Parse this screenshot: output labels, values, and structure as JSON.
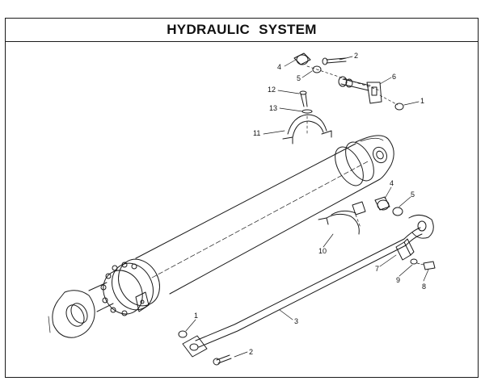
{
  "header": {
    "title": "HYDRAULIC  SYSTEM"
  },
  "callouts": [
    {
      "id": "c4a",
      "text": "4"
    },
    {
      "id": "c2a",
      "text": "2"
    },
    {
      "id": "c5a",
      "text": "5"
    },
    {
      "id": "c6",
      "text": "6"
    },
    {
      "id": "c12",
      "text": "12"
    },
    {
      "id": "c1a",
      "text": "1"
    },
    {
      "id": "c13",
      "text": "13"
    },
    {
      "id": "c11",
      "text": "11"
    },
    {
      "id": "c4b",
      "text": "4"
    },
    {
      "id": "c5b",
      "text": "5"
    },
    {
      "id": "c10",
      "text": "10"
    },
    {
      "id": "c7",
      "text": "7"
    },
    {
      "id": "c9",
      "text": "9"
    },
    {
      "id": "c8",
      "text": "8"
    },
    {
      "id": "c3",
      "text": "3"
    },
    {
      "id": "c1b",
      "text": "1"
    },
    {
      "id": "c2b",
      "text": "2"
    }
  ],
  "colors": {
    "line": "#1a1a1a",
    "background": "#ffffff"
  }
}
